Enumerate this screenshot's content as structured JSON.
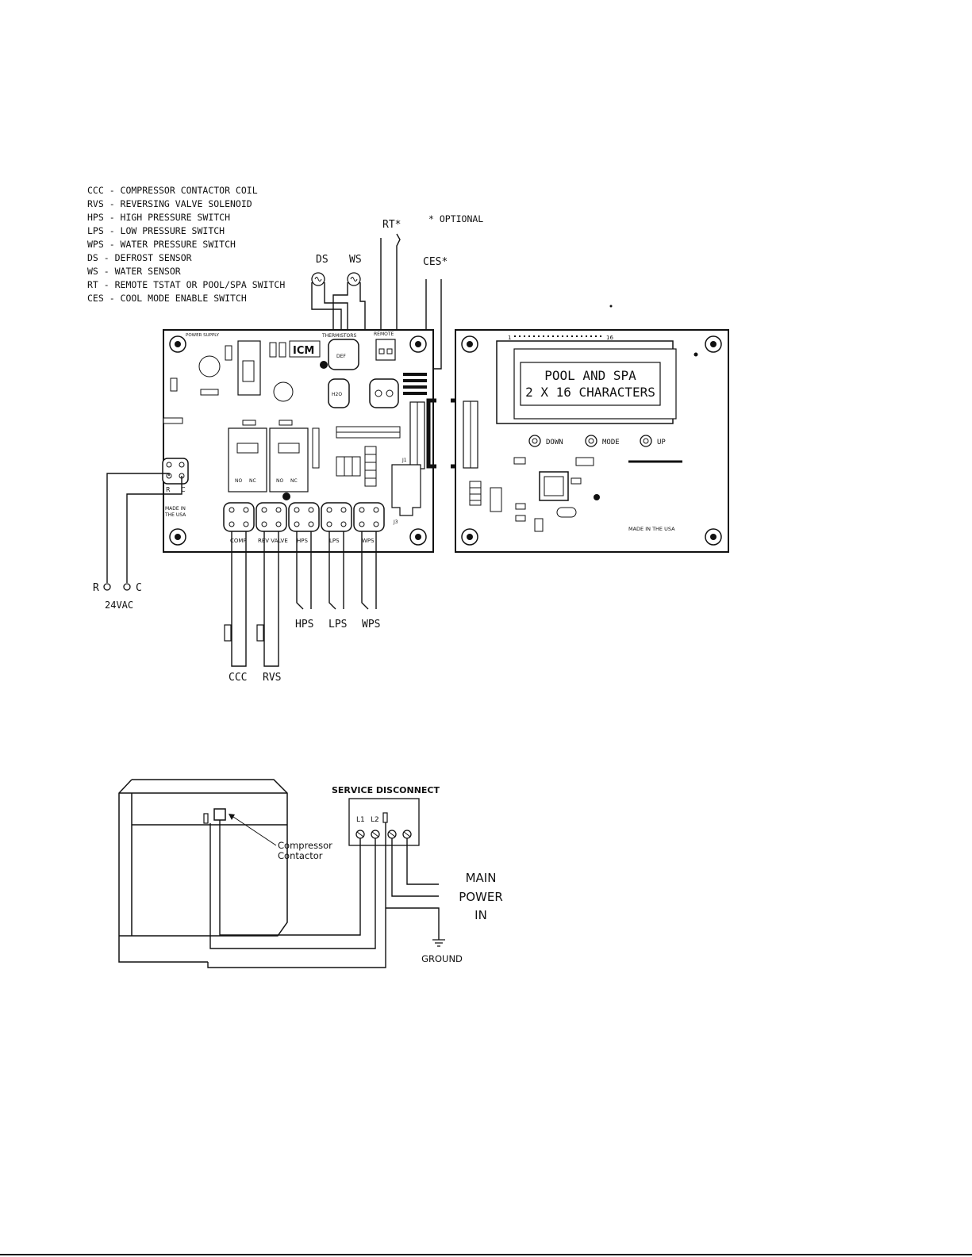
{
  "legend": [
    "CCC - COMPRESSOR CONTACTOR COIL",
    "RVS - REVERSING VALVE SOLENOID",
    "HPS - HIGH PRESSURE SWITCH",
    "LPS - LOW PRESSURE SWITCH",
    "WPS - WATER PRESSURE SWITCH",
    "DS - DEFROST SENSOR",
    "WS - WATER SENSOR",
    "RT - REMOTE TSTAT OR POOL/SPA SWITCH",
    "CES - COOL MODE ENABLE SWITCH"
  ],
  "optional_note": "* OPTIONAL",
  "sensors": {
    "ds": "DS",
    "ws": "WS",
    "rt": "RT*",
    "ces": "CES*"
  },
  "control_board": {
    "power_supply": "POWER SUPPLY",
    "thermistors": "THERMISTORS",
    "remote": "REMOTE",
    "made_in": [
      "MADE IN",
      "THE USA"
    ],
    "terminal_r": "R",
    "terminal_c": "C",
    "connectors": [
      "COMP",
      "REV VALVE",
      "HPS",
      "LPS",
      "WPS"
    ],
    "relay_no": "NO",
    "relay_nc": "NC",
    "j1": "J1",
    "j3": "J3",
    "def": "DEF",
    "h2o": "H2O"
  },
  "display_board": {
    "line1": "POOL AND SPA",
    "line2": "2 X 16 CHARACTERS",
    "buttons": [
      "DOWN",
      "MODE",
      "UP"
    ],
    "made_in": "MADE IN THE USA",
    "pin_1": "1",
    "pin_16": "16"
  },
  "power_input": {
    "r": "R",
    "c": "C",
    "voltage": "24VAC"
  },
  "field_wiring": {
    "ccc": "CCC",
    "rvs": "RVS",
    "hps": "HPS",
    "lps": "LPS",
    "wps": "WPS"
  },
  "service": {
    "title": "SERVICE DISCONNECT",
    "l1": "L1",
    "l2": "L2",
    "compressor_contactor": [
      "Compressor",
      "Contactor"
    ],
    "main_power": [
      "MAIN",
      "POWER",
      "IN"
    ],
    "ground": "GROUND"
  }
}
